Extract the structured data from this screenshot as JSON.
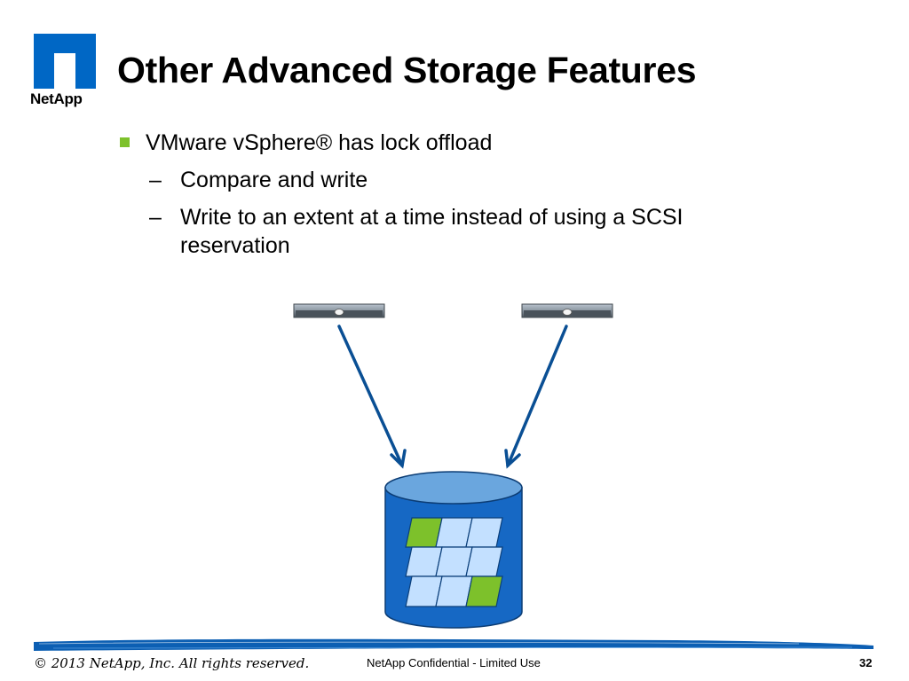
{
  "brand": {
    "name": "NetApp",
    "color_primary": "#0067c5",
    "color_accent": "#7dc12b"
  },
  "slide": {
    "title": "Other Advanced Storage Features",
    "bullets": [
      {
        "text": "VMware vSphere® has lock offload",
        "sub": [
          {
            "text": "Compare and write"
          },
          {
            "text": "Write to an extent at a time instead of using a SCSI reservation"
          }
        ]
      }
    ],
    "sub_marker": "–"
  },
  "diagram": {
    "servers": [
      {
        "icon": "server-icon"
      },
      {
        "icon": "server-icon"
      }
    ],
    "storage": {
      "icon": "database-icon",
      "block_colors": [
        "#7dc12b",
        "#c3e0ff",
        "#c3e0ff",
        "#c3e0ff",
        "#c3e0ff",
        "#c3e0ff",
        "#c3e0ff",
        "#c3e0ff",
        "#7dc12b"
      ]
    }
  },
  "footer": {
    "copyright": "© 2013 NetApp, Inc. All rights reserved.",
    "confidential": "NetApp Confidential - Limited Use",
    "page_number": "32"
  }
}
